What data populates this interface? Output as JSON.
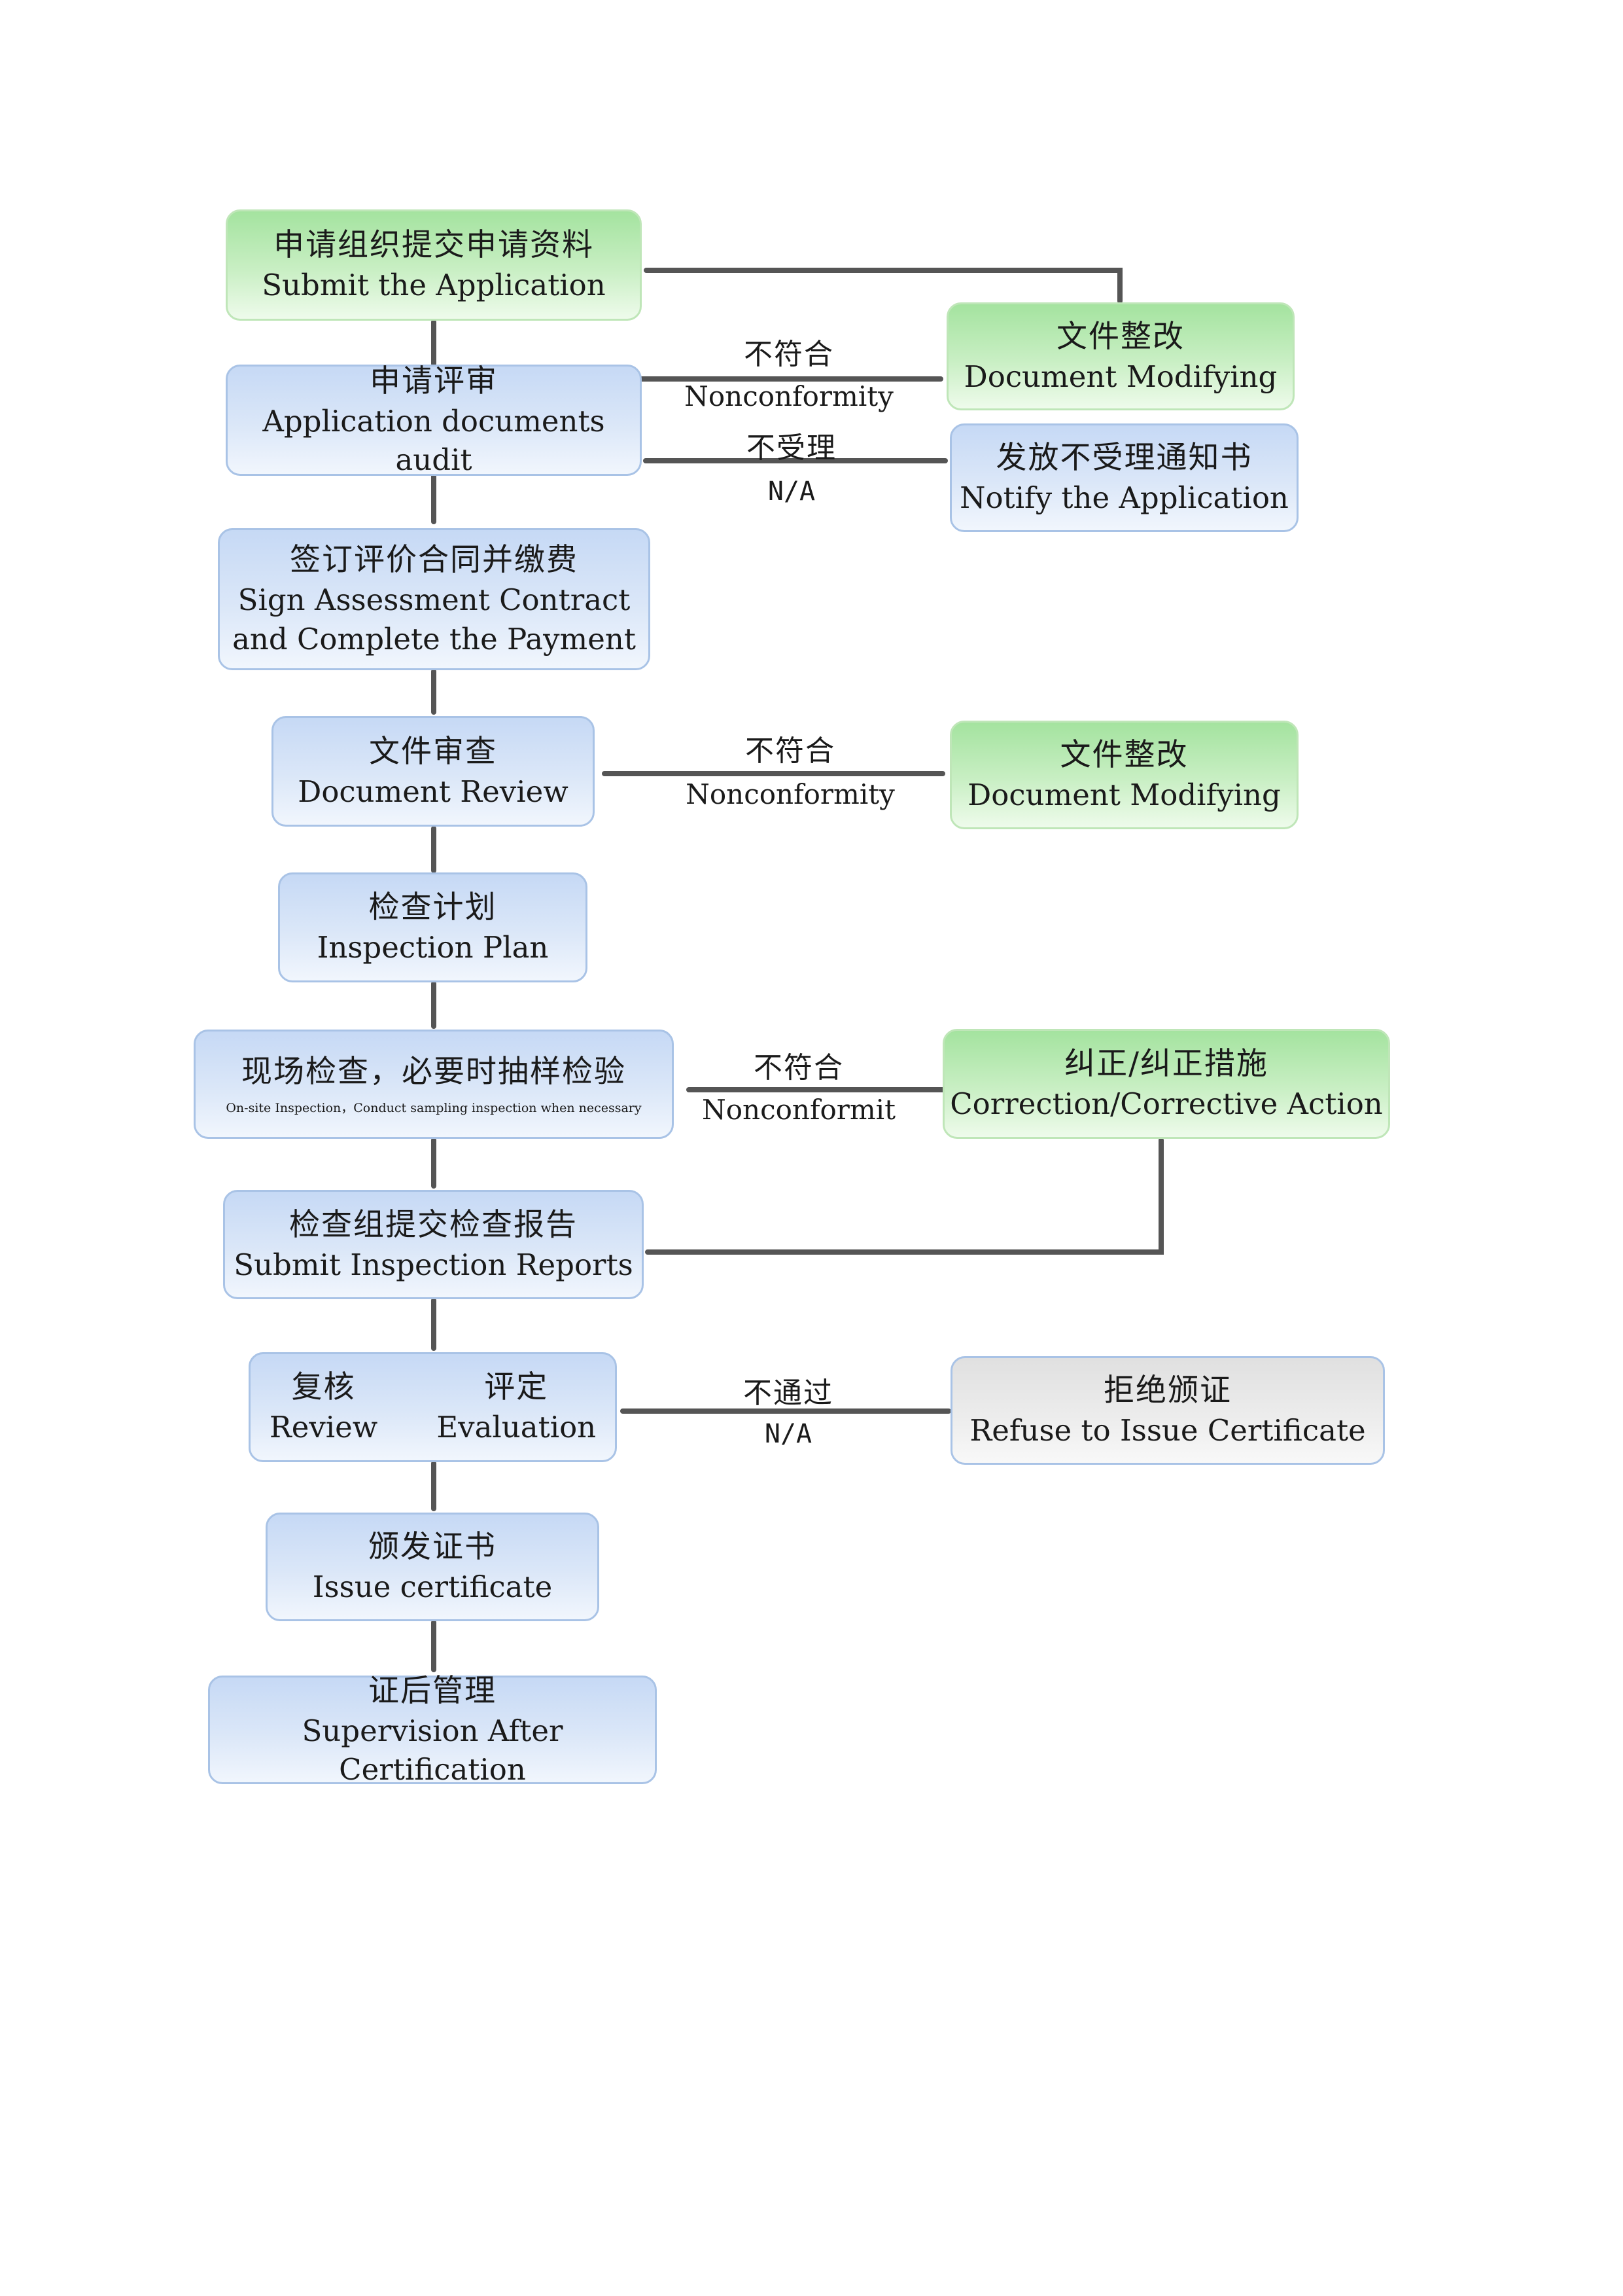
{
  "steps": {
    "submit_application": {
      "zh": "申请组织提交申请资料",
      "en": "Submit the Application"
    },
    "documents_audit": {
      "zh": "申请评审",
      "en": "Application documents audit"
    },
    "sign_contract": {
      "zh": "签订评价合同并缴费",
      "en1": "Sign Assessment Contract",
      "en2": "and Complete the Payment"
    },
    "document_review": {
      "zh": "文件审查",
      "en": "Document Review"
    },
    "inspection_plan": {
      "zh": "检查计划",
      "en": "Inspection Plan"
    },
    "onsite_inspection": {
      "zh": "现场检查，必要时抽样检验",
      "en": "On-site Inspection，Conduct sampling inspection when necessary"
    },
    "submit_reports": {
      "zh": "检查组提交检查报告",
      "en": "Submit Inspection Reports"
    },
    "review_evaluation": {
      "zh_review": "复核",
      "zh_evaluation": "评定",
      "en_review": "Review",
      "en_evaluation": "Evaluation"
    },
    "issue_certificate": {
      "zh": "颁发证书",
      "en": "Issue certificate"
    },
    "supervision": {
      "zh": "证后管理",
      "en": "Supervision After Certification"
    }
  },
  "side_boxes": {
    "document_modifying_1": {
      "zh": "文件整改",
      "en": "Document Modifying"
    },
    "notify_application": {
      "zh": "发放不受理通知书",
      "en": "Notify the Application"
    },
    "document_modifying_2": {
      "zh": "文件整改",
      "en": "Document Modifying"
    },
    "correction": {
      "zh": "纠正/纠正措施",
      "en": "Correction/Corrective Action"
    },
    "refuse_certificate": {
      "zh": "拒绝颁证",
      "en": "Refuse to Issue Certificate"
    }
  },
  "connector_labels": {
    "audit_nonconformity": {
      "zh": "不符合",
      "en": "Nonconformity"
    },
    "audit_na": {
      "zh": "不受理",
      "en": "N/A"
    },
    "review_nonconformity": {
      "zh": "不符合",
      "en": "Nonconformity"
    },
    "inspection_nonconformity": {
      "zh": "不符合",
      "en": "Nonconformit"
    },
    "evaluation_fail": {
      "zh": "不通过",
      "en": "N/A"
    }
  },
  "colors": {
    "blue_box": "#c6d9f5",
    "green_box": "#a4e39f",
    "grey_box": "#e0e0e0",
    "border": "#a9c3e6",
    "arrow": "#555555"
  }
}
